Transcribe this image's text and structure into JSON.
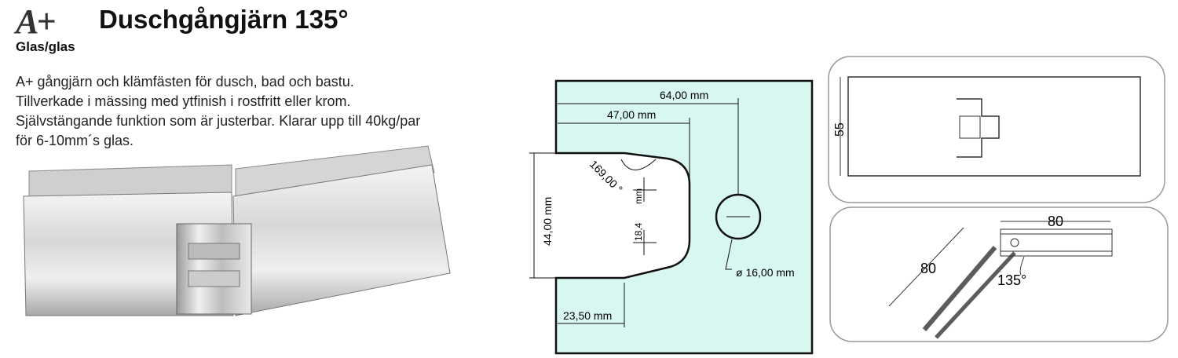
{
  "header": {
    "logo": "A+",
    "title": "Duschgångjärn 135°",
    "subtitle": "Glas/glas"
  },
  "description": [
    "A+ gångjärn och klämfästen för dusch, bad och bastu.",
    "Tillverkade i mässing med ytfinish i rostfritt eller krom.",
    "Självstängande funktion som är justerbar. Klarar upp till 40kg/par",
    "för 6-10mm´s glas."
  ],
  "cutout_drawing": {
    "dim_64": "64,00 mm",
    "dim_47": "47,00 mm",
    "dim_44": "44,00 mm",
    "angle": "169,00 °",
    "dim_18": "18,4",
    "dim_18_unit": "mm",
    "hole": "ø 16,00 mm",
    "dim_23": "23,50 mm",
    "fill_color": "#d9f7f1"
  },
  "top_view": {
    "dim": "55"
  },
  "side_view": {
    "dim_a": "80",
    "dim_b": "80",
    "angle": "135°"
  }
}
